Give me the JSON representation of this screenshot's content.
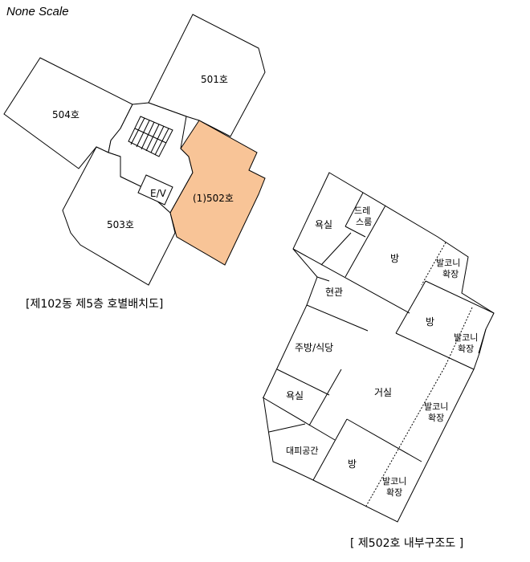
{
  "scale_note": "None Scale",
  "layout_plan": {
    "caption": "[제102동 제5층 호별배치도]",
    "units": [
      "504호",
      "501호",
      "503호",
      "(1)502호"
    ],
    "elevator": "E/V",
    "highlight_color": "#f8c497"
  },
  "interior_plan": {
    "caption": "[ 제502호 내부구조도 ]",
    "rooms": [
      "욕실",
      "드레\n스룸",
      "방",
      "발코니\n확장",
      "현관",
      "방",
      "발코니\n확장",
      "주방/식당",
      "욕실",
      "거실",
      "발코니\n확장",
      "대피공간",
      "방",
      "발코니\n확장"
    ]
  }
}
